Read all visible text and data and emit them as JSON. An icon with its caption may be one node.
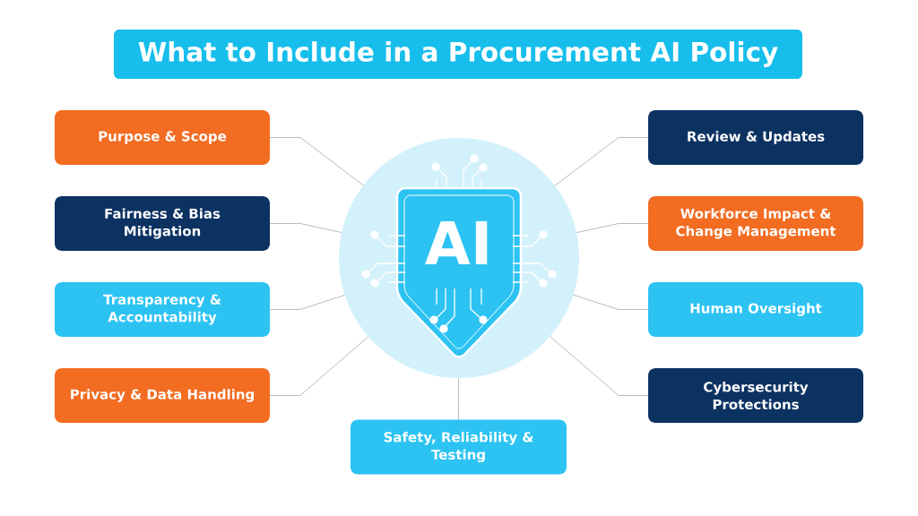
{
  "diagram": {
    "title": "What to Include in a Procurement AI Policy",
    "nodes": [
      {
        "text": [],
        "shape": "circle"
      },
      {
        "text": [
          "AI"
        ],
        "in": 0
      },
      {
        "text": [
          "Purpose & Scope"
        ]
      },
      {
        "text": [
          "Fairness & Bias Mitigation"
        ]
      },
      {
        "text": [
          "Transparency & Accountability"
        ]
      },
      {
        "text": [
          "Privacy & Data Handling"
        ]
      },
      {
        "text": [
          "Review & Updates"
        ]
      },
      {
        "text": [
          "Workforce Impact & Change Management"
        ]
      },
      {
        "text": [
          "Human Oversight"
        ]
      },
      {
        "text": [
          "Cybersecurity Protections"
        ]
      },
      {
        "text": [
          "Safety, Reliability & Testing"
        ]
      }
    ],
    "edges": [
      {
        "from": 0,
        "to": 2,
        "arrow": "none"
      },
      {
        "from": 0,
        "to": 3,
        "arrow": "none"
      },
      {
        "from": 0,
        "to": 4,
        "arrow": "none"
      },
      {
        "from": 0,
        "to": 5,
        "arrow": "none"
      },
      {
        "from": 0,
        "to": 6,
        "arrow": "none"
      },
      {
        "from": 0,
        "to": 7,
        "arrow": "none"
      },
      {
        "from": 0,
        "to": 8,
        "arrow": "none"
      },
      {
        "from": 0,
        "to": 9,
        "arrow": "none"
      },
      {
        "from": 0,
        "to": 10,
        "arrow": "none"
      }
    ]
  }
}
